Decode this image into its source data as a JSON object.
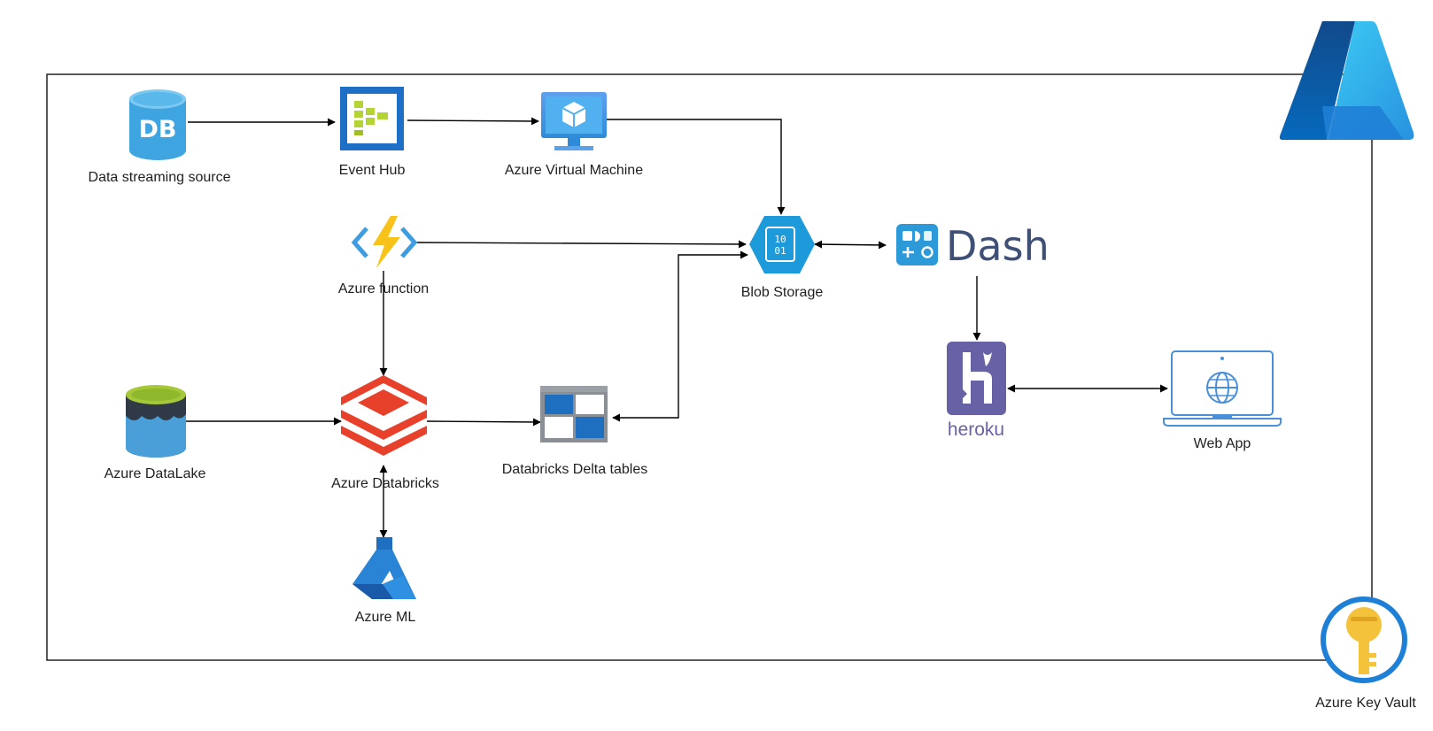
{
  "nodes": {
    "data_streaming_source": {
      "label": "Data streaming source",
      "icon": "database-icon",
      "icon_text": "DB"
    },
    "event_hub": {
      "label": "Event Hub",
      "icon": "event-hub-icon"
    },
    "azure_vm": {
      "label": "Azure Virtual Machine",
      "icon": "virtual-machine-icon"
    },
    "azure_function": {
      "label": "Azure function",
      "icon": "azure-function-icon"
    },
    "blob_storage": {
      "label": "Blob Storage",
      "icon": "blob-storage-icon",
      "icon_text_top": "10",
      "icon_text_bottom": "01"
    },
    "dash": {
      "label": "Dash",
      "icon": "dash-logo-icon"
    },
    "heroku": {
      "label": "heroku",
      "icon": "heroku-logo-icon"
    },
    "web_app": {
      "label": "Web App",
      "icon": "laptop-globe-icon"
    },
    "azure_datalake": {
      "label": "Azure DataLake",
      "icon": "datalake-icon"
    },
    "azure_databricks": {
      "label": "Azure Databricks",
      "icon": "databricks-icon"
    },
    "delta_tables": {
      "label": "Databricks Delta tables",
      "icon": "delta-tables-icon"
    },
    "azure_ml": {
      "label": "Azure ML",
      "icon": "azure-ml-icon"
    },
    "azure_key_vault": {
      "label": "Azure Key Vault",
      "icon": "key-vault-icon"
    },
    "azure_logo": {
      "icon": "azure-logo-icon"
    }
  },
  "edges": [
    {
      "from": "Data streaming source",
      "to": "Event Hub",
      "direction": "forward"
    },
    {
      "from": "Event Hub",
      "to": "Azure Virtual Machine",
      "direction": "forward"
    },
    {
      "from": "Azure Virtual Machine",
      "to": "Blob Storage",
      "direction": "forward"
    },
    {
      "from": "Azure function",
      "to": "Blob Storage",
      "direction": "forward"
    },
    {
      "from": "Azure function",
      "to": "Azure Databricks",
      "direction": "forward"
    },
    {
      "from": "Blob Storage",
      "to": "Dash",
      "direction": "both"
    },
    {
      "from": "Dash",
      "to": "heroku",
      "direction": "forward"
    },
    {
      "from": "heroku",
      "to": "Web App",
      "direction": "both"
    },
    {
      "from": "Azure DataLake",
      "to": "Azure Databricks",
      "direction": "forward"
    },
    {
      "from": "Azure Databricks",
      "to": "Databricks Delta tables",
      "direction": "forward"
    },
    {
      "from": "Databricks Delta tables",
      "to": "Blob Storage",
      "direction": "both"
    },
    {
      "from": "Azure Databricks",
      "to": "Azure ML",
      "direction": "both"
    }
  ],
  "colors": {
    "border": "#222222",
    "edge": "#000000",
    "azure_blue": "#0078d4",
    "event_hub_green": "#b4d334",
    "function_yellow": "#f7c31a",
    "databricks_red": "#e8412b",
    "heroku_purple": "#6762a6",
    "dash_navy": "#3f4f75",
    "key_gold": "#f5c33b"
  }
}
